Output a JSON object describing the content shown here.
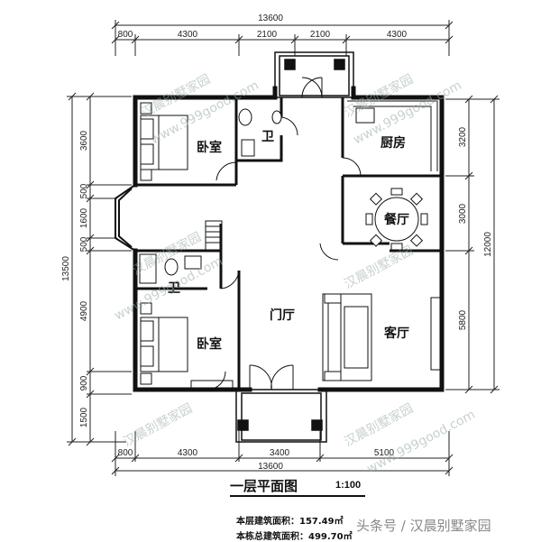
{
  "dimensions": {
    "top_total": "13600",
    "top_segments": [
      "800",
      "4300",
      "2100",
      "2100",
      "4300"
    ],
    "bottom_total": "13600",
    "bottom_segments": [
      "800",
      "4300",
      "3400",
      "5100"
    ],
    "left_total": "13500",
    "left_segments": [
      "1500",
      "900",
      "4900",
      "500",
      "1600",
      "500",
      "3600"
    ],
    "right_total": "12000",
    "right_segments": [
      "3200",
      "3000",
      "5800"
    ]
  },
  "rooms": {
    "bedroom_top": "卧室",
    "bath_top": "卫",
    "kitchen": "厨房",
    "dining": "餐厅",
    "bath_left": "卫",
    "hall": "门厅",
    "bedroom_bottom": "卧室",
    "living": "客厅"
  },
  "watermarks": [
    "汉晨别墅家园",
    "www.999good.com"
  ],
  "caption": {
    "title": "一层平面图",
    "scale": "1:100",
    "floor_area": "本层建筑面积：157.49㎡",
    "total_area": "本栋总建筑面积：499.70㎡"
  },
  "credit": "头条号 / 汉晨别墅家园"
}
